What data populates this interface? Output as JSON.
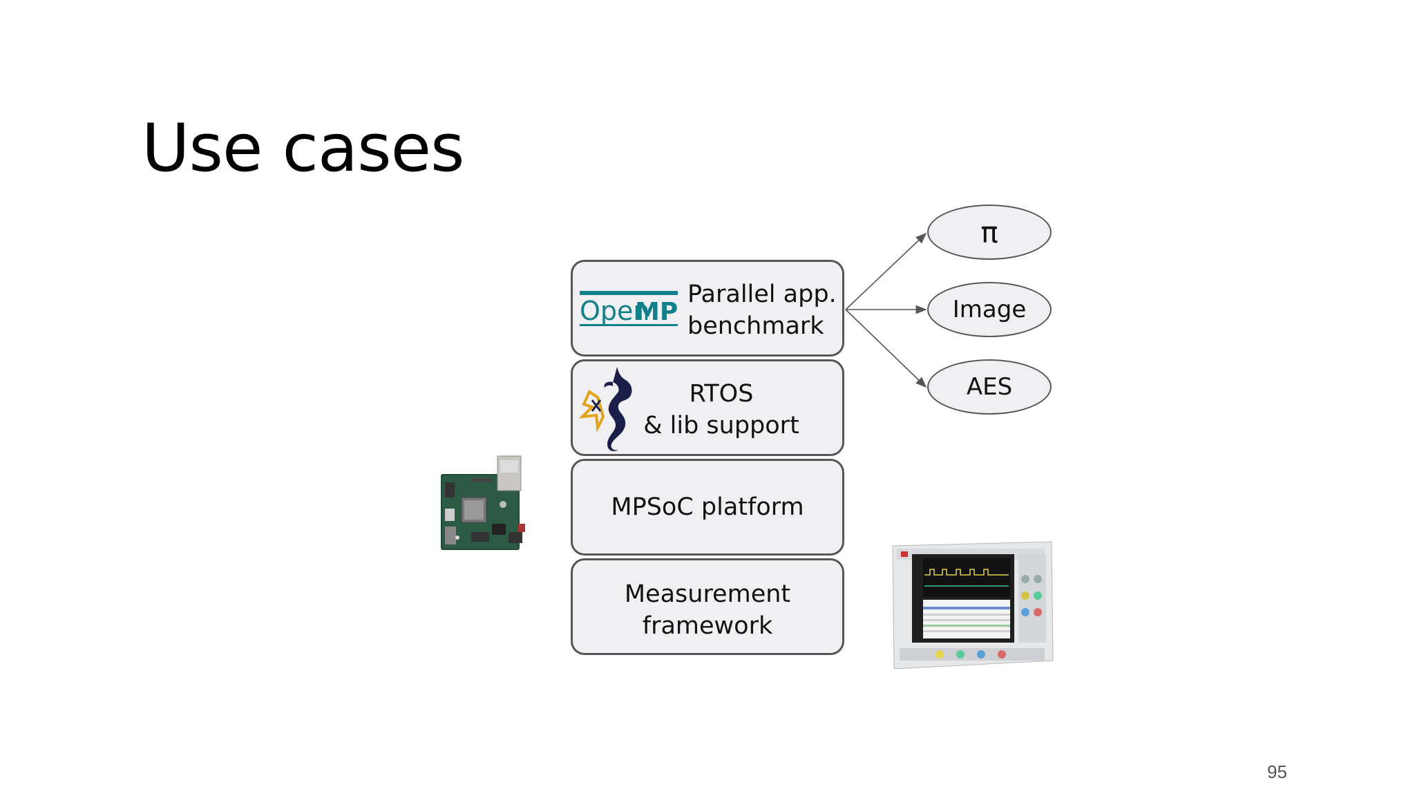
{
  "slide": {
    "title": "Use cases",
    "page_number": "95"
  },
  "stack": {
    "benchmark": {
      "line1": "Parallel app.",
      "line2": "benchmark",
      "logo_text_open": "Open",
      "logo_text_mp": "MP"
    },
    "rtos": {
      "line1": "RTOS",
      "line2": "& lib support"
    },
    "platform": {
      "label": "MPSoC platform"
    },
    "measurement": {
      "line1": "Measurement",
      "line2": "framework"
    }
  },
  "benchmarks": [
    {
      "label": "π"
    },
    {
      "label": "Image"
    },
    {
      "label": "AES"
    }
  ],
  "images": {
    "left": "fpga-board-image",
    "right": "oscilloscope-image"
  },
  "colors": {
    "openmp_teal": "#127f89",
    "dragon_navy": "#1a1f4a",
    "dragon_gold": "#e3a21a",
    "box_fill": "#f0f0f2",
    "box_border": "#555555"
  }
}
